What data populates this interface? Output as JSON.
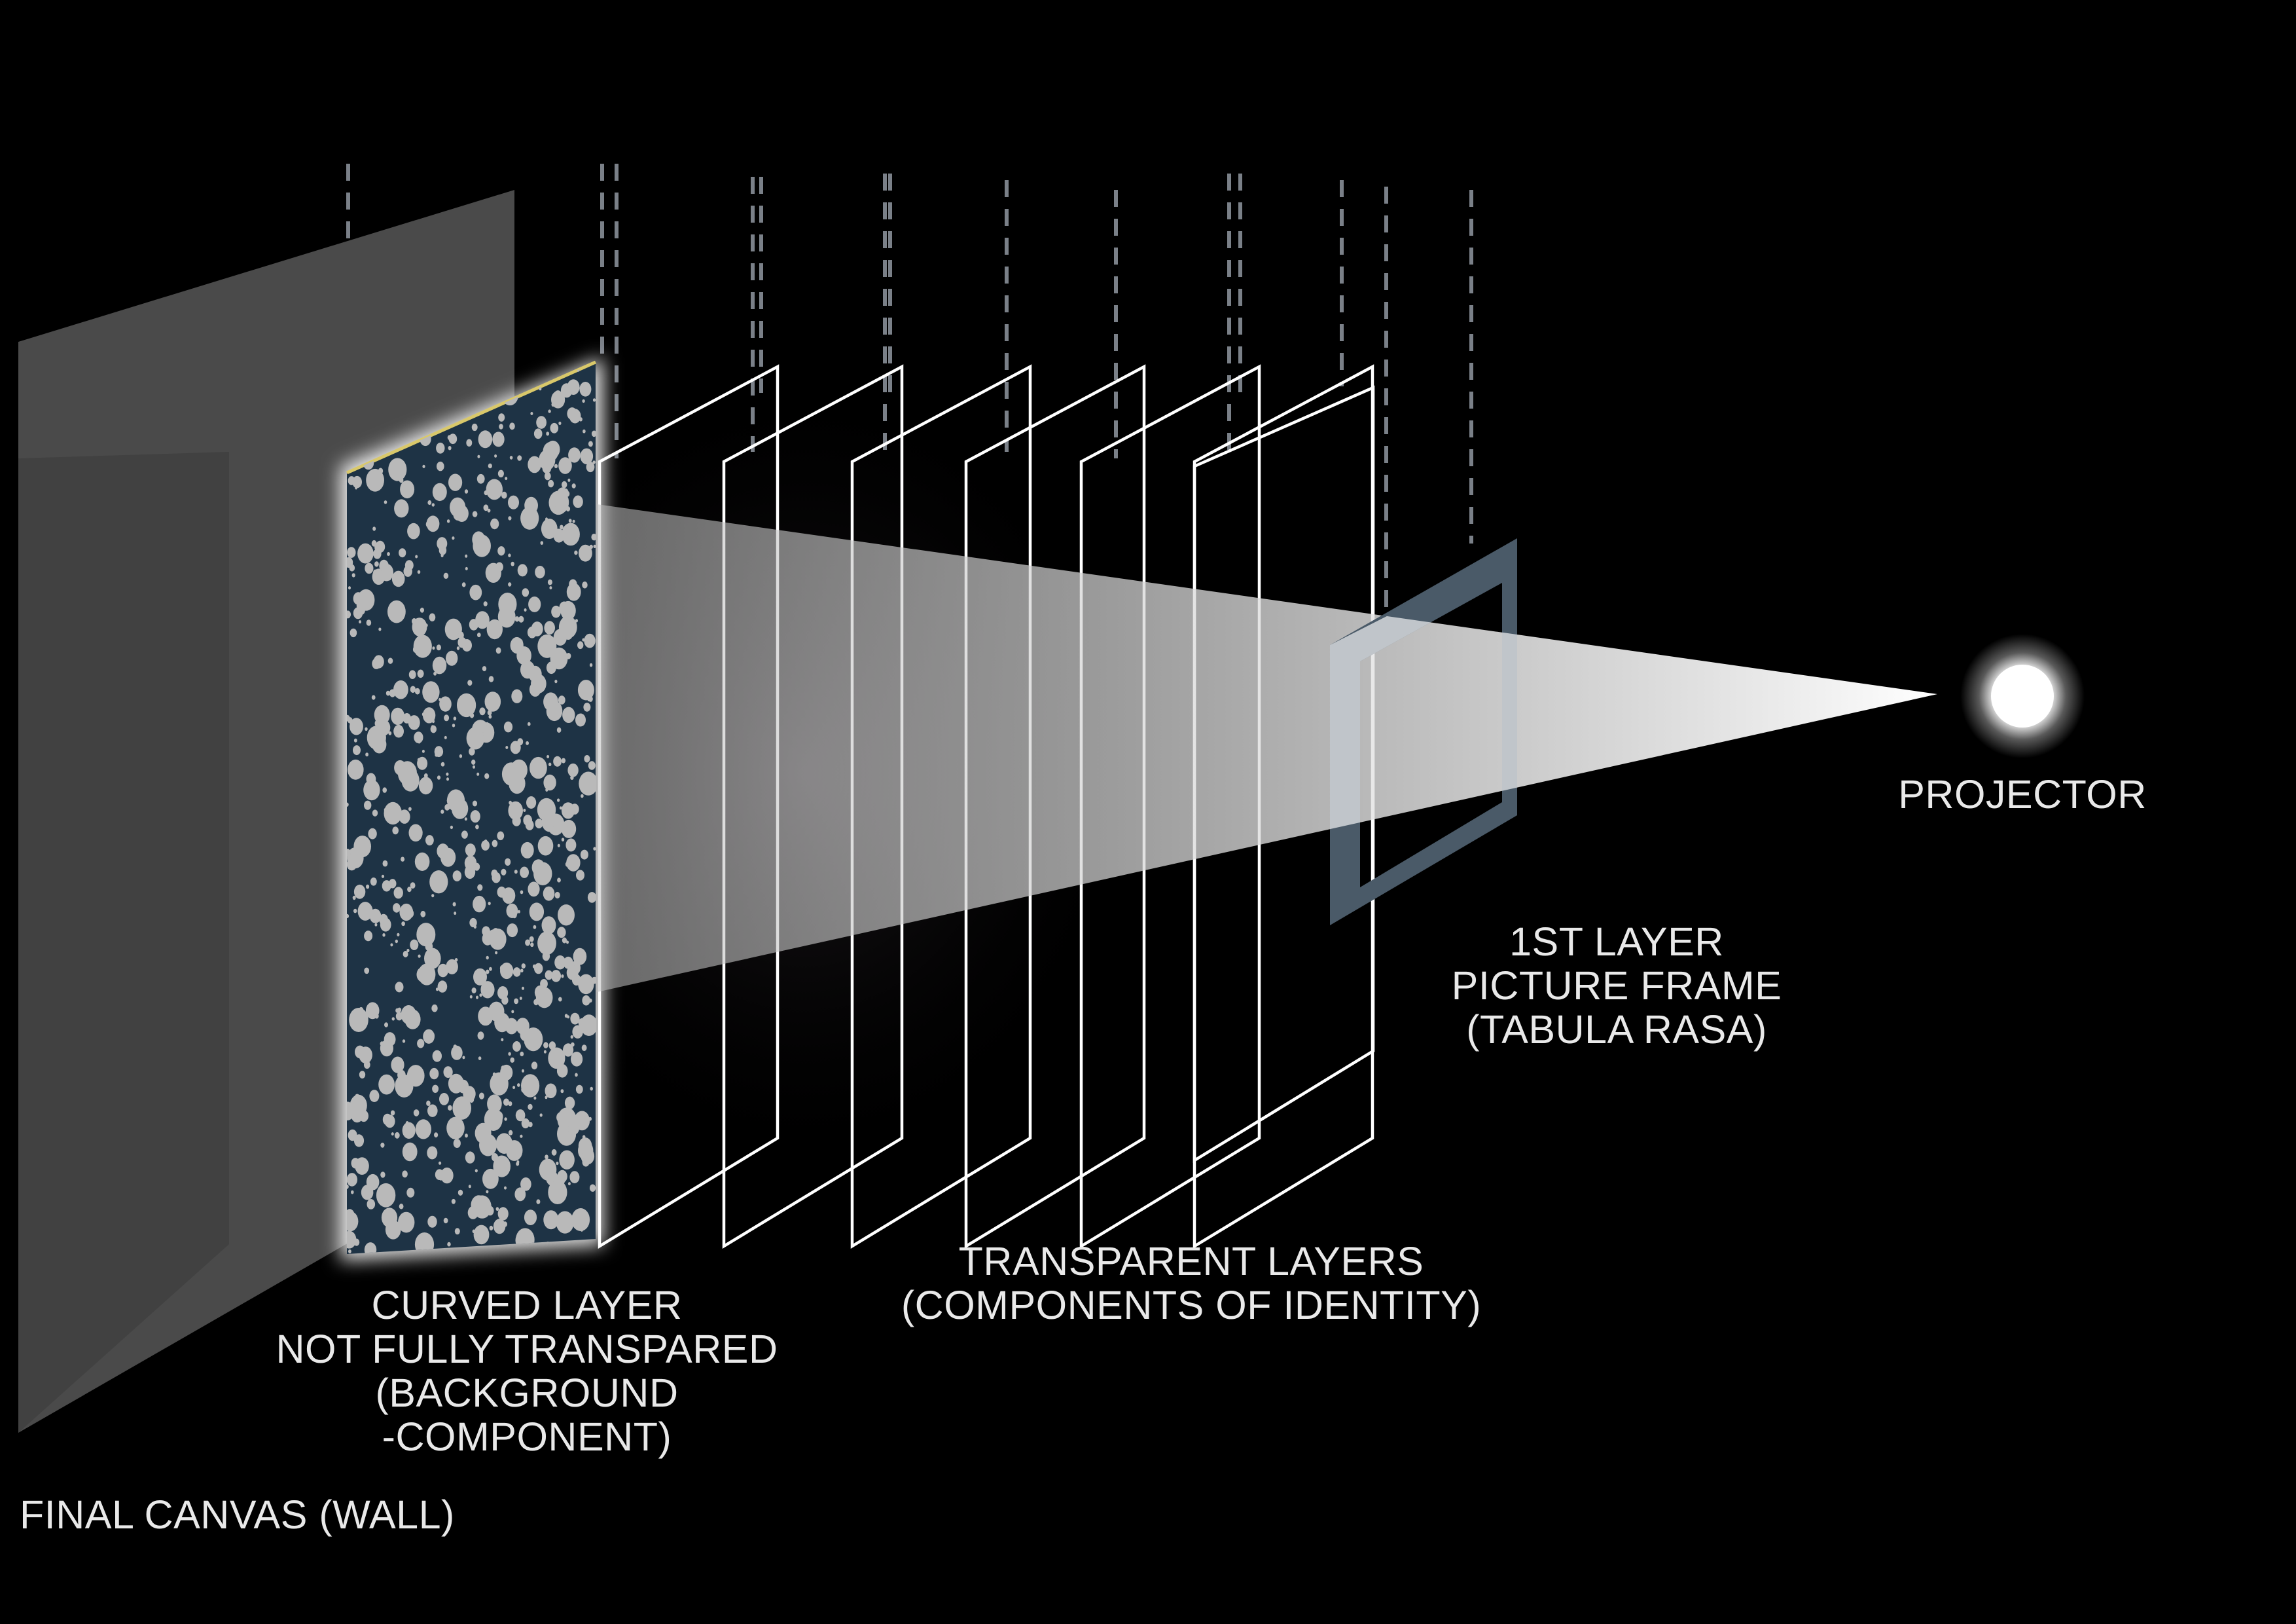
{
  "labels": {
    "projector": "PROJECTOR",
    "first_layer": {
      "line1": "1ST LAYER",
      "line2": "PICTURE FRAME",
      "line3": "(TABULA RASA)"
    },
    "transparent_layers": {
      "line1": "TRANSPARENT LAYERS",
      "line2": "(COMPONENTS OF IDENTITY)"
    },
    "curved_layer": {
      "line1": "CURVED LAYER",
      "line2": "NOT FULLY TRANSPARED",
      "line3": "(BACKGROUND",
      "line4": "-COMPONENT)"
    },
    "final_canvas": "FINAL CANVAS (WALL)"
  },
  "colors": {
    "background": "#000000",
    "wall": "#4a4a4a",
    "curved_layer": "#1e3345",
    "dots": "#b9b9b9",
    "frame": "#4a5a68",
    "outline": "#ffffff",
    "hanger": "#7a8088",
    "label_text": "#e9e9e9"
  }
}
